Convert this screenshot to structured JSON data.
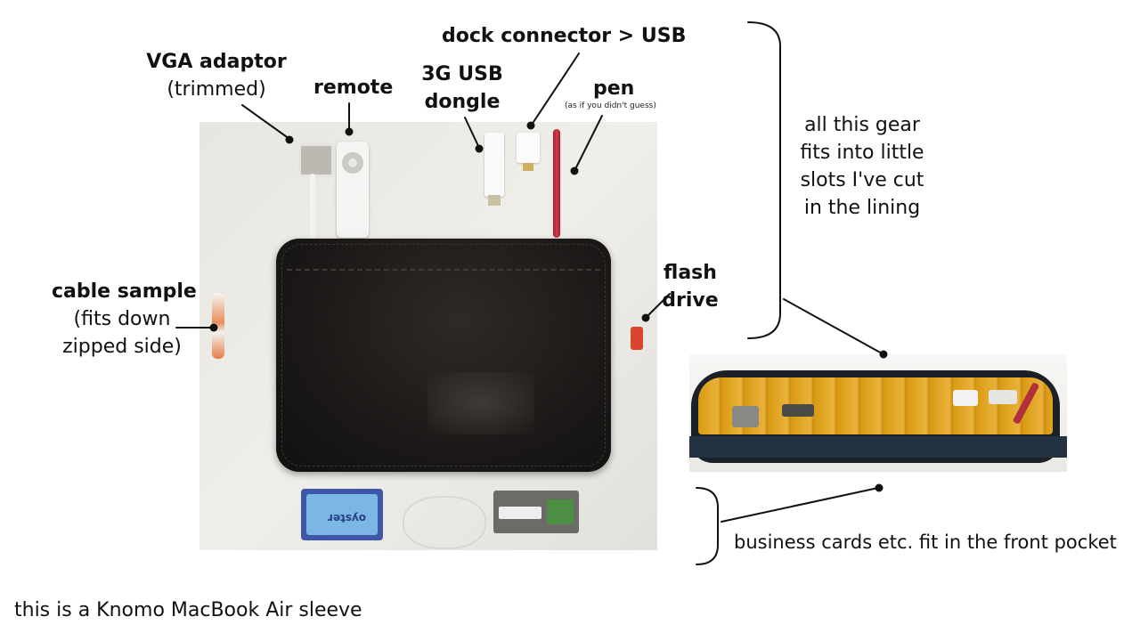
{
  "labels": {
    "vga_line1": "VGA adaptor",
    "vga_line2": "(trimmed)",
    "remote": "remote",
    "dongle_line1": "3G USB",
    "dongle_line2": "dongle",
    "dock": "dock connector > USB",
    "pen": "pen",
    "pen_note": "(as if you didn't guess)",
    "cable_line1": "cable sample",
    "cable_line2": "(fits down",
    "cable_line3": "zipped side)",
    "flash_line1": "flash",
    "flash_line2": "drive",
    "gear_line1": "all this gear",
    "gear_line2": "fits into little",
    "gear_line3": "slots I've cut",
    "gear_line4": "in the lining",
    "pocket": "business cards etc. fit in the front pocket",
    "caption": "this is a Knomo MacBook Air sleeve"
  },
  "photo_text": {
    "oyster": "oyster"
  }
}
